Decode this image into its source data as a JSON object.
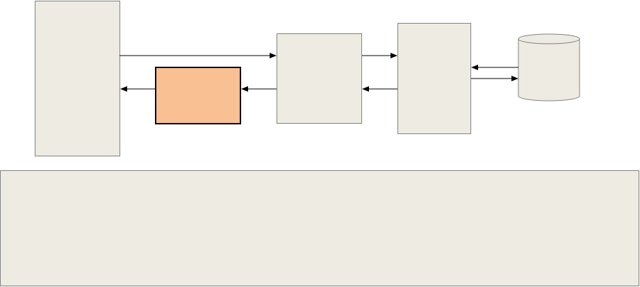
{
  "colors": {
    "box_fill": "#EEEBE2",
    "highlight_fill": "#F9C094",
    "stroke": "#000000",
    "line_gray": "#808080",
    "background": "#FFFFFF"
  },
  "nodes": [
    {
      "id": "left-panel",
      "shape": "rect",
      "label": ""
    },
    {
      "id": "highlighted-box",
      "shape": "rect",
      "label": ""
    },
    {
      "id": "middle-box",
      "shape": "rect",
      "label": ""
    },
    {
      "id": "right-box",
      "shape": "rect",
      "label": ""
    },
    {
      "id": "database",
      "shape": "cylinder",
      "label": ""
    },
    {
      "id": "bottom-panel",
      "shape": "rect",
      "label": ""
    }
  ],
  "edges": [
    {
      "from": "left-panel",
      "to": "middle-box"
    },
    {
      "from": "middle-box",
      "to": "right-box"
    },
    {
      "from": "right-box",
      "to": "middle-box"
    },
    {
      "from": "middle-box",
      "to": "highlighted-box"
    },
    {
      "from": "highlighted-box",
      "to": "left-panel"
    },
    {
      "from": "database",
      "to": "right-box"
    },
    {
      "from": "right-box",
      "to": "database"
    }
  ]
}
